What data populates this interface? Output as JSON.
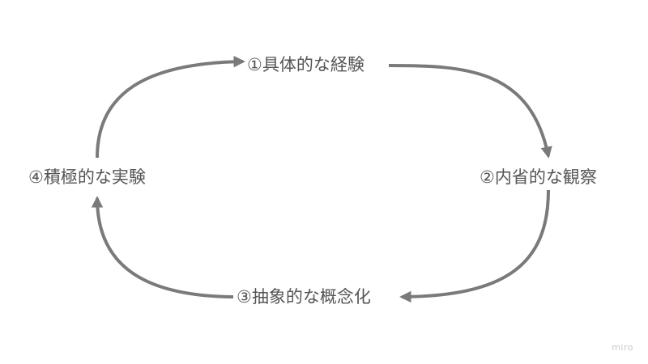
{
  "diagram": {
    "nodes": [
      {
        "id": "1",
        "label": "①具体的な経験"
      },
      {
        "id": "2",
        "label": "②内省的な観察"
      },
      {
        "id": "3",
        "label": "③抽象的な概念化"
      },
      {
        "id": "4",
        "label": "④積極的な実験"
      }
    ],
    "edges": [
      {
        "from": "1",
        "to": "2"
      },
      {
        "from": "2",
        "to": "3"
      },
      {
        "from": "3",
        "to": "4"
      },
      {
        "from": "4",
        "to": "1"
      }
    ],
    "arrow_color": "#7a7a7a",
    "text_color": "#555555"
  },
  "watermark": {
    "text": "miro"
  }
}
